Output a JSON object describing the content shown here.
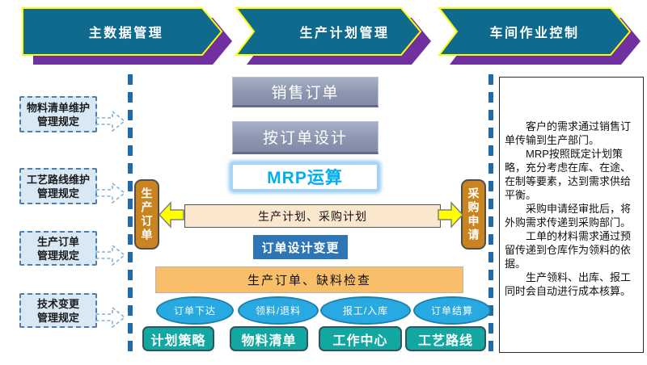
{
  "process_arrows": [
    {
      "label": "主数据管理"
    },
    {
      "label": "生产计划管理"
    },
    {
      "label": "车间作业控制"
    }
  ],
  "left_callouts": [
    {
      "line1": "物料清单维护",
      "line2": "管理规定"
    },
    {
      "line1": "工艺路线维护",
      "line2": "管理规定"
    },
    {
      "line1": "生产订单",
      "line2": "管理规定"
    },
    {
      "line1": "技术变更",
      "line2": "管理规定"
    }
  ],
  "flow": {
    "sales_order": "销售订单",
    "design_to_order": "按订单设计",
    "mrp": "MRP运算",
    "plans": "生产计划、采购计划",
    "order_design_change": "订单设计变更",
    "production_order_shortage_check": "生产订单、缺料检查",
    "production_order_vertical": "生产订单",
    "purchase_request_vertical": "采购申请",
    "process_ellipses": [
      "订单下达",
      "领料/退料",
      "报工/入库",
      "订单结算"
    ],
    "master_data_boxes": [
      "计划策略",
      "物料清单",
      "工作中心",
      "工艺路线"
    ]
  },
  "notes_panel": {
    "paragraphs": [
      "客户的需求通过销售订单传输到生产部门。",
      "MRP按照既定计划策略，充分考虑在库、在途、在制等要素，达到需求供给平衡。",
      "采购申请经审批后，将外购需求传递到采购部门。",
      "工单的材料需求通过预留传递到仓库作为领料的依据。",
      "生产领料、出库、报工同时会自动进行成本核算。"
    ]
  },
  "colors": {
    "arrow_teal": "#0F6A8D",
    "arrow_shadow_purple": "#7030A0",
    "arrow_border_yellow": "#FFFF00",
    "gray_blue_box": "#8C96B0",
    "mrp_text_blue": "#00AEEF",
    "peach_box": "#FBE7CD",
    "change_box_blue": "#2E75B6",
    "orange_bar": "#F8BE69",
    "ellipse_blue": "#29A9E1",
    "teal_box": "#12A7A0",
    "vertical_box_orange": "#C9841F",
    "dashed_line_blue": "#1E6BA8",
    "callout_fill": "#D8E9F5"
  }
}
